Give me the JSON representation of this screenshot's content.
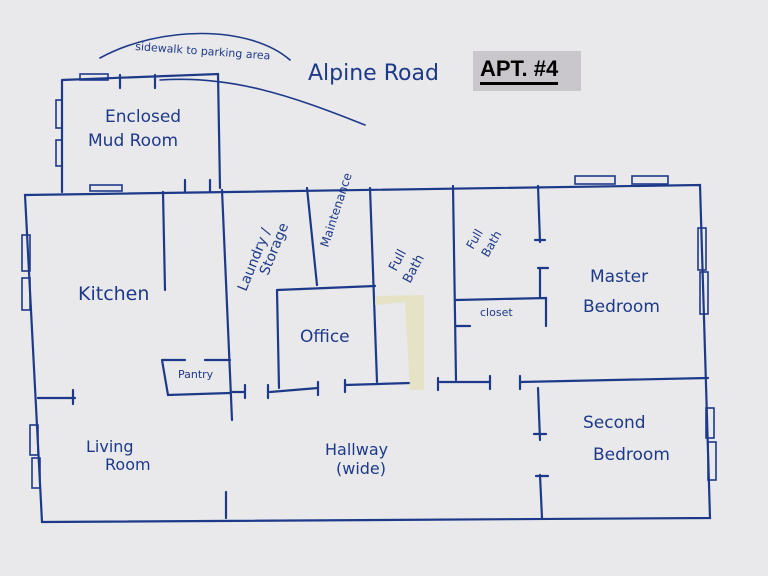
{
  "title": "Alpine Road",
  "apartment_badge": "APT. #4",
  "path_note": "sidewalk to parking area",
  "rooms": {
    "mud_room": [
      "Enclosed",
      "Mud Room"
    ],
    "kitchen": "Kitchen",
    "pantry": "Pantry",
    "laundry": [
      "Laundry /",
      "Storage"
    ],
    "maintenance": "Maintenance",
    "full_bath_1": [
      "Full",
      "Bath"
    ],
    "full_bath_2": [
      "Full",
      "Bath"
    ],
    "closet": "closet",
    "office": "Office",
    "master": [
      "Master",
      "Bedroom"
    ],
    "second": [
      "Second",
      "Bedroom"
    ],
    "living": [
      "Living",
      "Room"
    ],
    "hallway": [
      "Hallway",
      "(wide)"
    ]
  },
  "colors": {
    "ink": "#1d3a8a",
    "paper": "#e9e8ea",
    "badge_bg": "#c9c7cb"
  }
}
